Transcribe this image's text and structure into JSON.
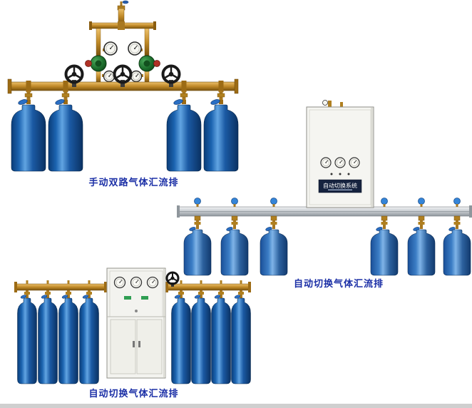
{
  "page": {
    "background": "#ffffff"
  },
  "products": [
    {
      "caption": "手动双路气体汇流排"
    },
    {
      "caption": "自动切换气体汇流排",
      "cabinet_label": "自动切换系统"
    },
    {
      "caption": "自动切换气体汇流排"
    }
  ],
  "colors": {
    "caption_text": "#1b2fa6",
    "cylinder_dark_blue": "#0a3c78",
    "cylinder_highlight_blue": "#61a4e2",
    "cylinder_light_series": "#7fb4e8",
    "brass": "#c08a28",
    "brass_dark": "#7a530e",
    "silver_pipe": "#c4c9ce",
    "cabinet_white": "#f4f4f0",
    "regulator_green": "#1c6e2c",
    "knob_red": "#b03226",
    "valve_knob_blue": "#2a6fc4",
    "label_panel_navy": "#16233f"
  },
  "icons": {
    "gauge": "pressure-gauge-icon",
    "handwheel": "handwheel-valve-icon",
    "regulator": "regulator-icon",
    "cylinder": "gas-cylinder",
    "pipe": "manifold-pipe",
    "cabinet": "control-cabinet"
  }
}
